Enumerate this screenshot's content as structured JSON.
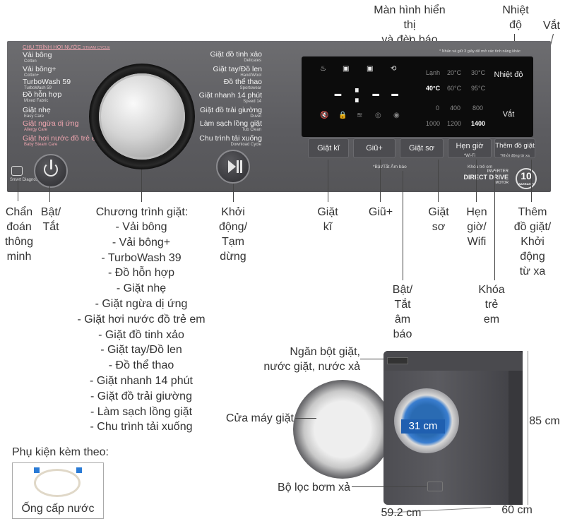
{
  "panel": {
    "program_header": "CHU TRÌNH HƠI NƯỚC",
    "program_header_en": "STEAM CYCLE",
    "note": "* Nhấn và giữ 3 giây để mở các tính năng khác",
    "smart_diagnosis": "Smart Diagnosis™",
    "left_programs": [
      {
        "vn": "Vải bông",
        "en": "Cotton"
      },
      {
        "vn": "Vải bông+",
        "en": "Cotton+"
      },
      {
        "vn": "TurboWash 59",
        "en": "TurboWash 59"
      },
      {
        "vn": "Đồ hỗn hợp",
        "en": "Mixed Fabric"
      },
      {
        "vn": "Giặt nhẹ",
        "en": "Easy Care"
      },
      {
        "vn": "Giặt ngừa dị ứng",
        "en": "Allergy Care"
      },
      {
        "vn": "Giặt hơi nước đồ trẻ em",
        "en": "Baby Steam Care"
      }
    ],
    "right_programs": [
      {
        "vn": "Giặt đồ tinh xảo",
        "en": "Delicates"
      },
      {
        "vn": "Giặt tay/Đồ len",
        "en": "Hand/Wool"
      },
      {
        "vn": "Đồ thể thao",
        "en": "Sportswear"
      },
      {
        "vn": "Giặt nhanh 14 phút",
        "en": "Speed 14"
      },
      {
        "vn": "Giặt đồ trải giường",
        "en": "Duvet"
      },
      {
        "vn": "Làm sạch lồng giặt",
        "en": "Tub Clean"
      },
      {
        "vn": "Chu trình tải xuống",
        "en": "Download Cycle"
      }
    ],
    "display": {
      "time": "-:--",
      "temps": [
        "Lạnh",
        "20°C",
        "30°C",
        "40°C",
        "60°C",
        "95°C"
      ],
      "spins": [
        "0",
        "400",
        "800",
        "1000",
        "1200",
        "1400"
      ],
      "temp_selected": "40°C",
      "spin_selected": "1400"
    },
    "side_buttons": [
      "Nhiệt độ",
      "Vắt"
    ],
    "buttons": [
      {
        "label": "Giặt kĩ",
        "sub": ""
      },
      {
        "label": "Giũ+",
        "sub": ""
      },
      {
        "label": "Giặt sơ",
        "sub": ""
      },
      {
        "label": "Hẹn giờ",
        "sub": "*Wi-Fi"
      },
      {
        "label": "Thêm đồ giặt",
        "sub": "*Khởi động từ xa"
      }
    ],
    "beep_label": "*Bật/Tắt Âm báo",
    "lock_label": "Khóa trẻ em",
    "brand_lines": [
      "INVERTER",
      "DIRECT DRIVE",
      "MOTOR"
    ],
    "warranty_number": "10",
    "warranty_text": "WARRANTY"
  },
  "callouts": {
    "display_top": "Màn hình hiển thị\nvà đèn báo",
    "temp_top": "Nhiệt\nđộ",
    "spin_top": "Vắt",
    "smart": "Chẩn\nđoán\nthông\nminh",
    "power": "Bật/\nTắt",
    "start": "Khởi\nđộng/\nTạm\ndừng",
    "intensive": "Giặt\nkĩ",
    "rinse": "Giũ+",
    "prewash": "Giặt\nsơ",
    "timer": "Hẹn\ngiờ/\nWifi",
    "add_item": "Thêm\nđồ giặt/\nKhởi\nđộng\ntừ xa",
    "beep": "Bật/\nTắt\nâm\nbáo",
    "child_lock": "Khóa\ntrẻ\nem"
  },
  "programs_list": {
    "title": "Chương trình giặt:",
    "items": [
      "- Vải bông",
      "- Vải bông+",
      "- TurboWash 39",
      "- Đồ hỗn hợp",
      "- Giặt nhẹ",
      "- Giặt ngừa dị ứng",
      "- Giặt hơi nước đồ trẻ em",
      "- Giặt đồ tinh xảo",
      "- Giặt tay/Đồ len",
      "- Đồ thể thao",
      "- Giặt nhanh 14 phút",
      "- Giặt đồ trải giường",
      "- Làm sạch lồng giặt",
      "- Chu trình tải xuống"
    ]
  },
  "accessories": {
    "title": "Phụ kiện kèm theo:",
    "item": "Ống cấp nước"
  },
  "washer": {
    "drawer": "Ngăn bột giặt,\nnước giặt, nước xả",
    "door": "Cửa máy giặt",
    "filter": "Bộ lọc bơm xả",
    "door_diameter": "31 cm",
    "height": "85 cm",
    "width": "59.2 cm",
    "depth": "60 cm"
  },
  "colors": {
    "panel": "#5c5c60",
    "display": "#0c0c0c",
    "door_glass": "#2a6bb3",
    "highlight_label": "#f0a6b0"
  }
}
